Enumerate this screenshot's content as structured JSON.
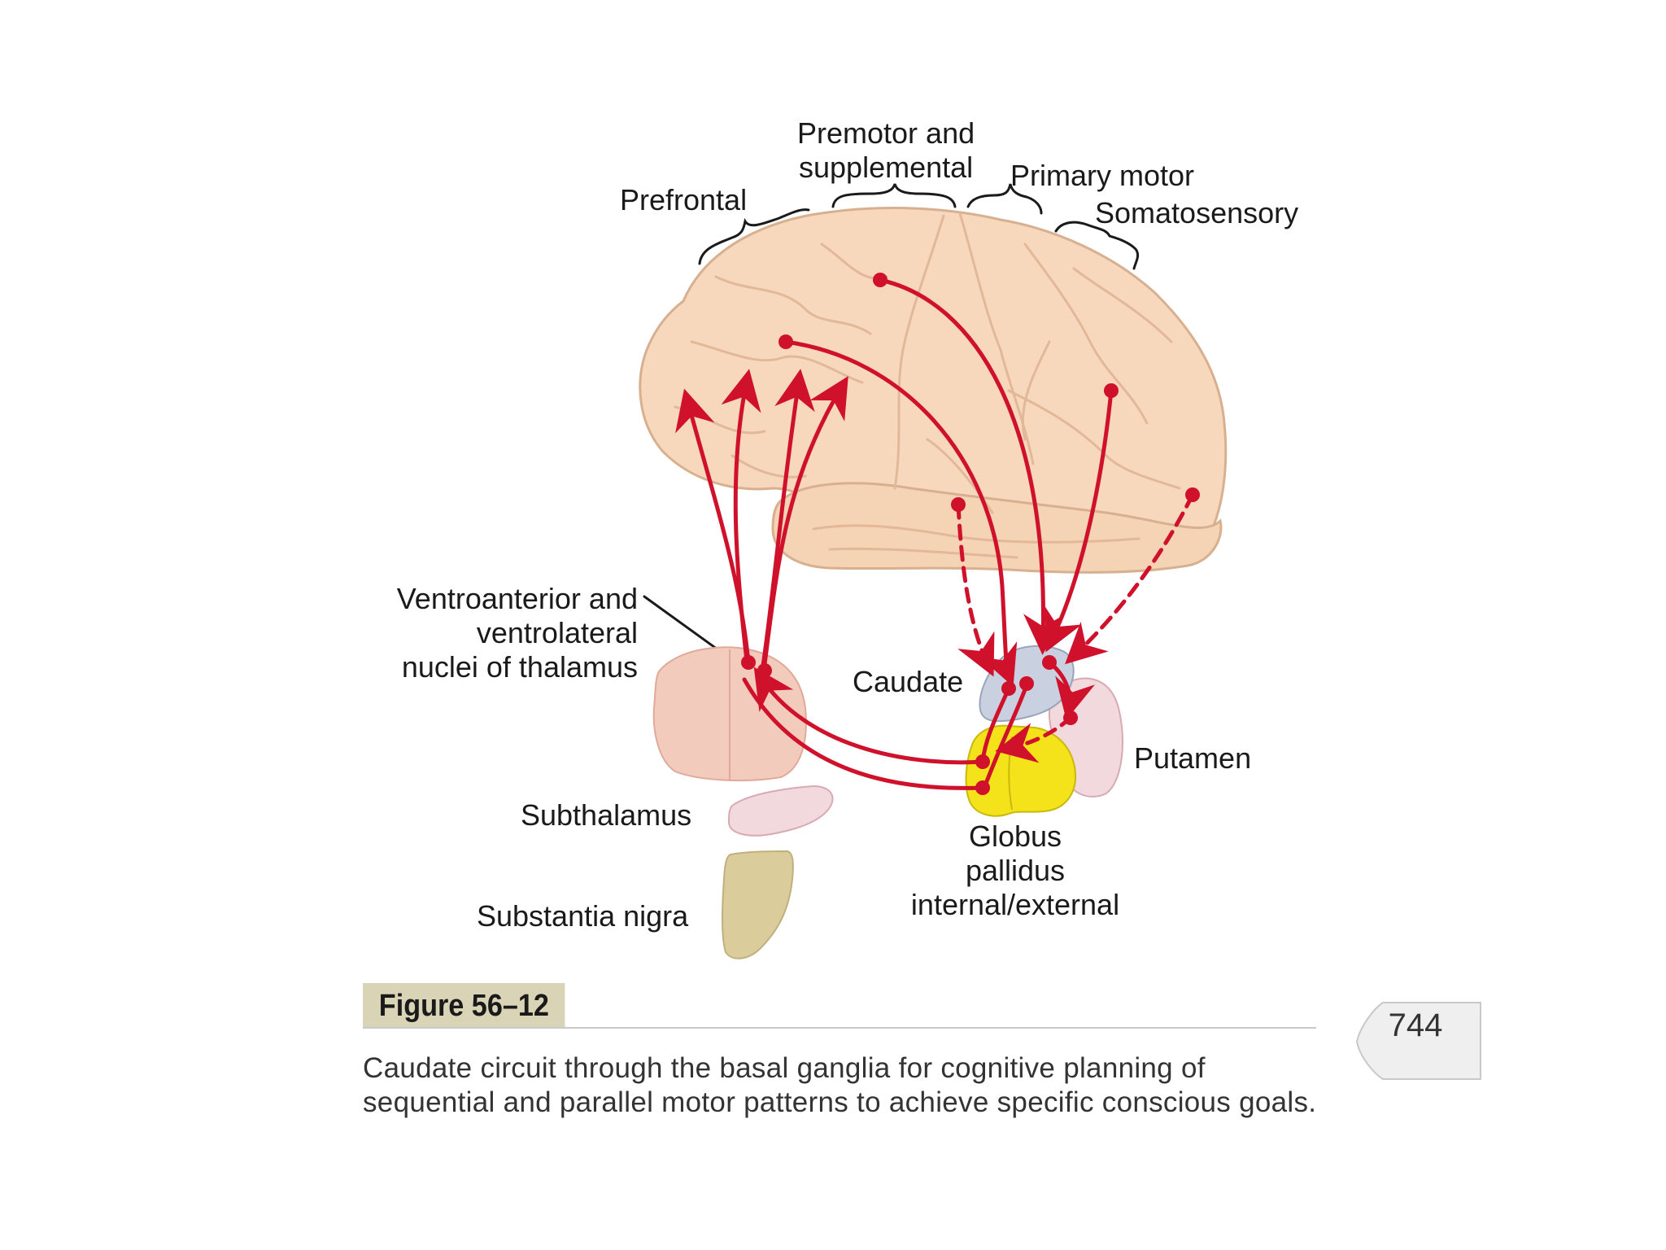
{
  "labels": {
    "premotor_line1": "Premotor and",
    "premotor_line2": "supplemental",
    "primary_motor": "Primary motor",
    "prefrontal": "Prefrontal",
    "somatosensory": "Somatosensory",
    "thalamus_line1": "Ventroanterior and",
    "thalamus_line2": "ventrolateral",
    "thalamus_line3": "nuclei of thalamus",
    "caudate": "Caudate",
    "putamen": "Putamen",
    "subthalamus": "Subthalamus",
    "globus_line1": "Globus",
    "globus_line2": "pallidus",
    "globus_line3": "internal/external",
    "substantia_nigra": "Substantia nigra"
  },
  "figure": {
    "tag": "Figure 56–12",
    "caption": "Caudate circuit through the basal ganglia for cognitive planning of sequential and parallel motor patterns to achieve specific conscious goals.",
    "page_number": "744"
  },
  "colors": {
    "brain": "#f7d8bd",
    "brain_outline": "#d8b090",
    "pathway": "#d0112b",
    "caudate": "#c9d0e0",
    "putamen": "#f1d9dd",
    "globus_pallidus": "#f4e31a",
    "thalamus": "#f2cbbd",
    "subthalamus": "#f1d9dd",
    "substantia_nigra": "#dacd9b",
    "figure_tab": "#d9d4b6"
  }
}
